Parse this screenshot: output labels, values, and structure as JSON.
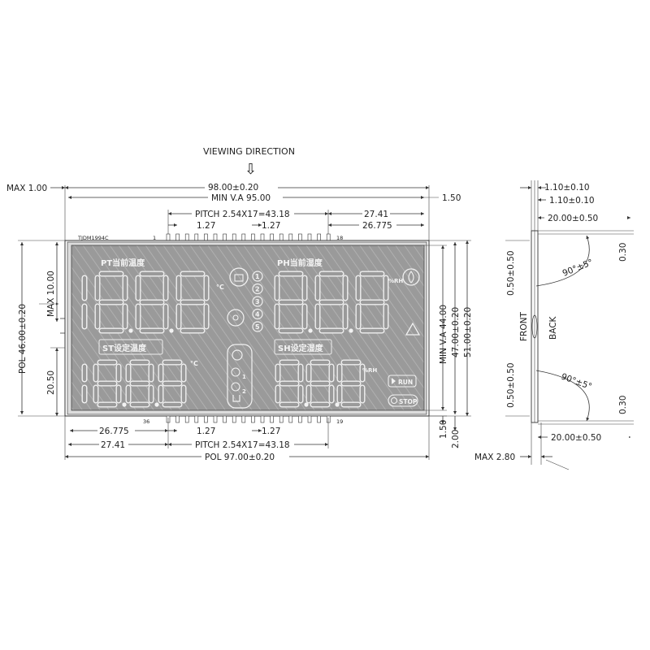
{
  "header": {
    "viewing_direction": "VIEWING DIRECTION",
    "arrow_glyph": "⇩"
  },
  "dimensions": {
    "max_1_00": "MAX  1.00",
    "outline_98": "98.00±0.20",
    "min_va_95": "MIN  V.A  95.00",
    "right_1_50": "1.50",
    "pitch_top": "PITCH  2.54X17=43.18",
    "dim_27_41_top": "27.41",
    "dim_1_27_a": "1.27",
    "dim_1_27_b": "1.27",
    "dim_26_775_top": "26.775",
    "pol_46": "POL  46.00±0.20",
    "max_10": "MAX  10.00",
    "dim_20_50": "20.50",
    "min_va_44": "MIN  V.A  44.00",
    "dim_47": "47.00±0.20",
    "dim_51": "51.00±0.20",
    "dim_26_775_bot": "26.775",
    "dim_1_27_c": "1.27",
    "dim_1_27_d": "1.27",
    "dim_27_41_bot": "27.41",
    "pitch_bot": "PITCH  2.54X17=43.18",
    "pol_97": "POL  97.00±0.20",
    "bot_1_50": "1.50",
    "bot_2_00": "2.00"
  },
  "pins": {
    "part_no": "TJDM1994C",
    "pin_1": "1",
    "pin_18": "18",
    "pin_36": "36",
    "pin_19": "19"
  },
  "display": {
    "label_pt": "PT当前温度",
    "label_ph": "PH当前湿度",
    "label_st": "ST设定温度",
    "label_sh": "SH设定湿度",
    "digits_pt": "18.8.8",
    "digits_ph": "8.8.8",
    "digits_st": "18.8.8",
    "digits_sh": "8.8.8",
    "unit_c_top": "°C",
    "unit_c_bot": "°C",
    "unit_rh_top": "%RH",
    "unit_rh_bot": "%RH",
    "num_1": "1",
    "num_2": "2",
    "num_3": "3",
    "num_4": "4",
    "num_5": "5",
    "run": "RUN",
    "stop": "STOP",
    "fan_1": "1",
    "fan_2": "2"
  },
  "side_view": {
    "d_1_10_a": "1.10±0.10",
    "d_1_10_b": "1.10±0.10",
    "d_20_top": "20.00±0.50",
    "d_0_30_top": "0.30",
    "angle_top": "90°±5°",
    "d_0_50_top": "0.50±0.50",
    "front": "FRONT",
    "back": "BACK",
    "d_0_50_bot": "0.50±0.50",
    "angle_bot": "90°±5°",
    "d_0_30_bot": "0.30",
    "d_20_bot": "20.00±0.50",
    "max_2_80": "MAX  2.80"
  }
}
